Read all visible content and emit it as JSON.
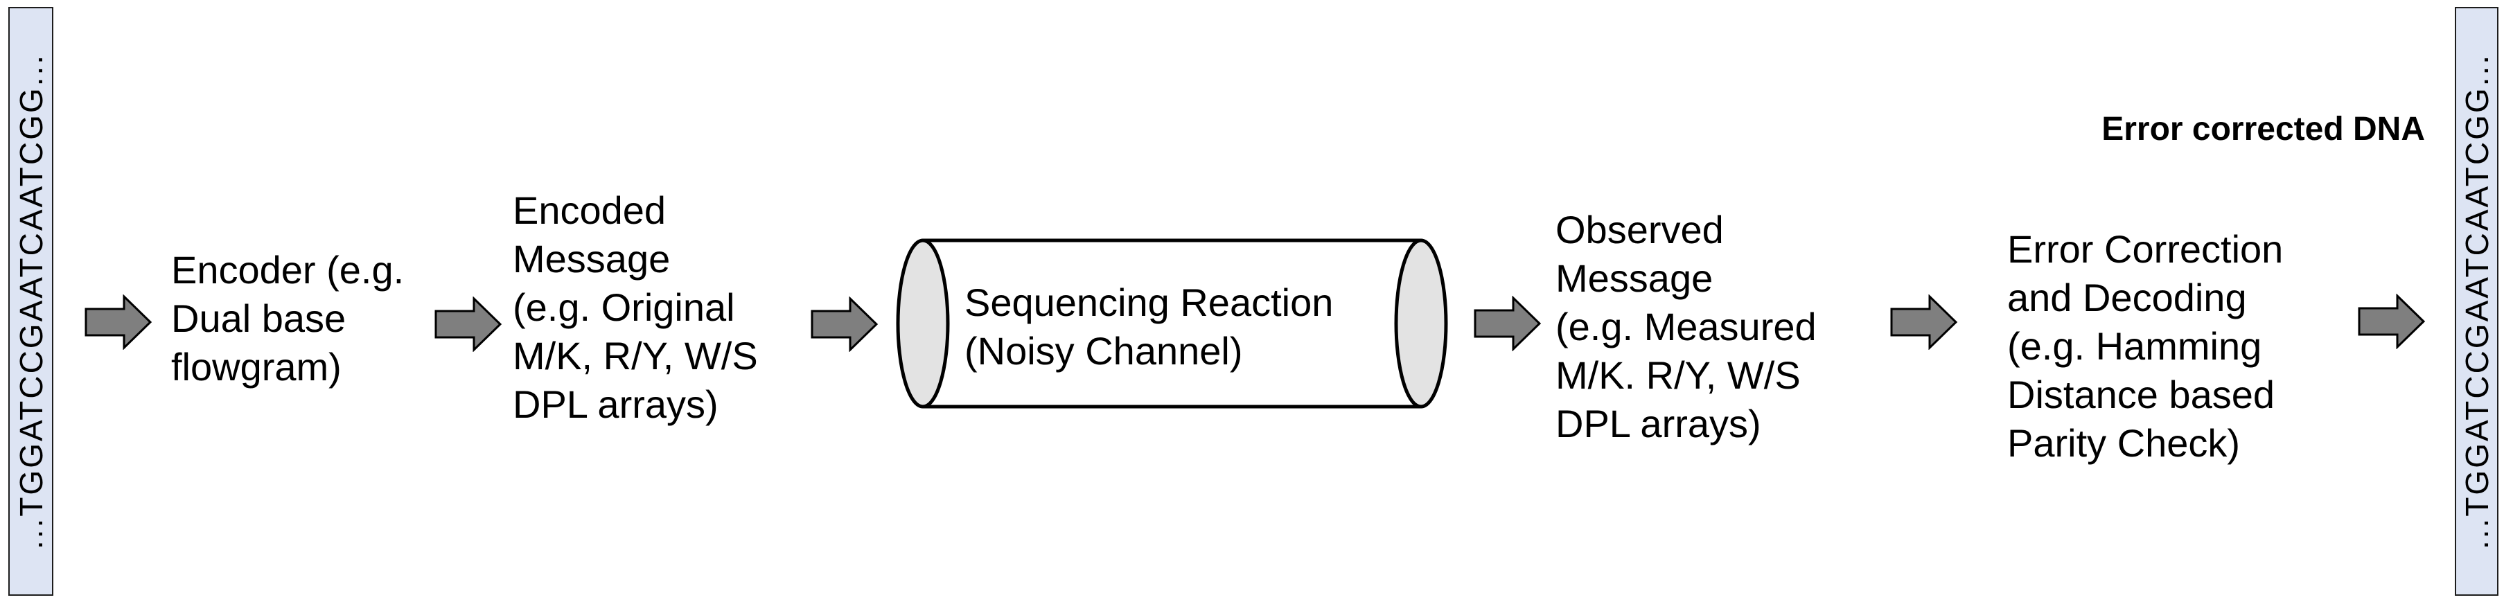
{
  "colors": {
    "strip_fill": "#dde4f3",
    "strip_border": "#1c1c1c",
    "arrow_fill": "#7f7f7f",
    "arrow_outline": "#000000",
    "cylinder_body_fill": "#ffffff",
    "cylinder_end_fill": "#e3e3e3",
    "cylinder_outline": "#000000",
    "text_color": "#000000",
    "background": "#ffffff"
  },
  "strips": {
    "input_sequence": "...TGGATCCGAATCAATCGG...",
    "output_sequence": "...TGGATCCGAATCAATCGG..."
  },
  "heading": {
    "error_corrected_dna": "Error corrected DNA"
  },
  "blocks": {
    "encoder": {
      "text": "Encoder (e.g. Dual base flowgram)",
      "lines": [
        "Encoder (e.g.",
        "Dual base",
        "flowgram)"
      ]
    },
    "encoded_message": {
      "text": "Encoded Message (e.g. Original M/K, R/Y, W/S DPL arrays)",
      "lines": [
        "Encoded",
        "Message",
        "(e.g. Original",
        "M/K, R/Y, W/S",
        "DPL arrays)"
      ]
    },
    "noisy_channel": {
      "text": "Sequencing Reaction (Noisy Channel)",
      "lines": [
        "Sequencing Reaction",
        "(Noisy Channel)"
      ]
    },
    "observed_message": {
      "text": "Observed Message (e.g. Measured M/K. R/Y, W/S DPL arrays)",
      "lines": [
        "Observed",
        "Message",
        "(e.g. Measured",
        "M/K. R/Y, W/S",
        "DPL arrays)"
      ]
    },
    "error_correction": {
      "text": "Error Correction and Decoding (e.g. Hamming Distance based Parity Check)",
      "lines": [
        "Error Correction",
        "and Decoding",
        "(e.g. Hamming",
        "Distance based",
        "Parity Check)"
      ]
    }
  },
  "icons": {
    "flow_arrow": "right-block-arrow"
  }
}
